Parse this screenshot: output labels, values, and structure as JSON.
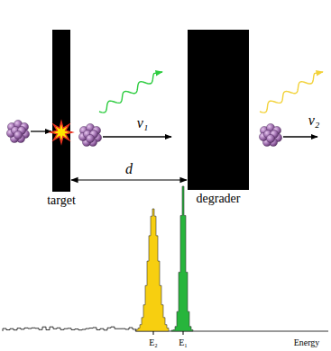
{
  "diagram": {
    "nodes": [
      {
        "text": [
          "target"
        ]
      },
      {
        "text": [
          "degrader"
        ]
      }
    ],
    "edges": [
      {
        "from": 0,
        "to": 1,
        "arrow": "both",
        "label": "d"
      }
    ],
    "labels": [
      "v₁",
      "v₂",
      "E₂",
      "E₁",
      "Energy"
    ]
  }
}
